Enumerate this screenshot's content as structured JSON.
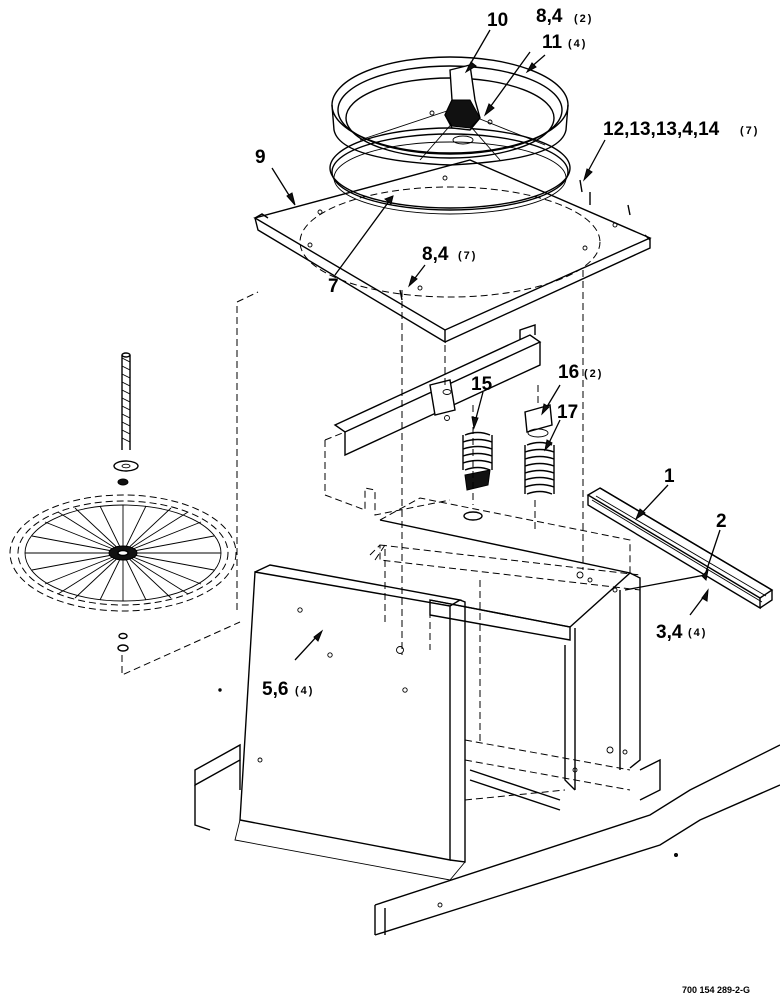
{
  "callouts": {
    "c10": "10",
    "c84a": "8,4",
    "c84a_qty": "(2)",
    "c11": "11",
    "c11_qty": "(4)",
    "c12": "12,13,13,4,14",
    "c12_qty": "(7)",
    "c9": "9",
    "c84b": "8,4",
    "c84b_qty": "(7)",
    "c7": "7",
    "c15": "15",
    "c16": "16",
    "c16_qty": "(2)",
    "c17": "17",
    "c1": "1",
    "c2": "2",
    "c34": "3,4",
    "c34_qty": "(4)",
    "c56": "5,6",
    "c56_qty": "(4)"
  },
  "doc_number": "700 154 289-2-G"
}
